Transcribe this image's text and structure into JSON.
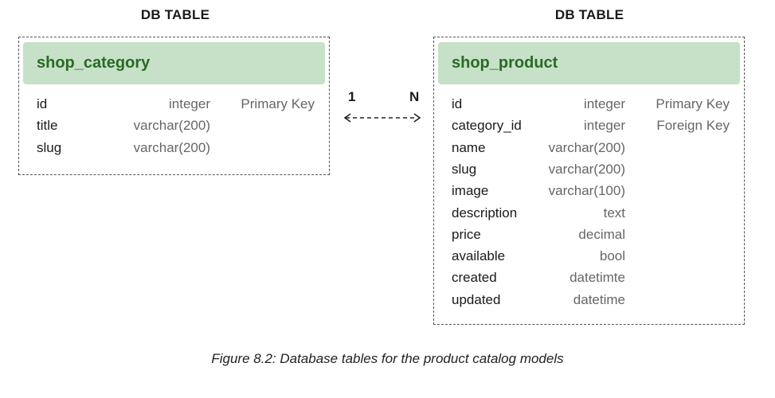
{
  "tables": [
    {
      "heading": "DB TABLE",
      "name": "shop_category",
      "fields": [
        {
          "name": "id",
          "type": "integer",
          "key": "Primary Key"
        },
        {
          "name": "title",
          "type": "varchar(200)",
          "key": ""
        },
        {
          "name": "slug",
          "type": "varchar(200)",
          "key": ""
        }
      ]
    },
    {
      "heading": "DB TABLE",
      "name": "shop_product",
      "fields": [
        {
          "name": "id",
          "type": "integer",
          "key": "Primary Key"
        },
        {
          "name": "category_id",
          "type": "integer",
          "key": "Foreign Key"
        },
        {
          "name": "name",
          "type": "varchar(200)",
          "key": ""
        },
        {
          "name": "slug",
          "type": "varchar(200)",
          "key": ""
        },
        {
          "name": "image",
          "type": "varchar(100)",
          "key": ""
        },
        {
          "name": "description",
          "type": "text",
          "key": ""
        },
        {
          "name": "price",
          "type": "decimal",
          "key": ""
        },
        {
          "name": "available",
          "type": "bool",
          "key": ""
        },
        {
          "name": "created",
          "type": "datetimte",
          "key": ""
        },
        {
          "name": "updated",
          "type": "datetime",
          "key": ""
        }
      ]
    }
  ],
  "relation": {
    "left": "1",
    "right": "N"
  },
  "caption": "Figure 8.2: Database tables for the product catalog models"
}
